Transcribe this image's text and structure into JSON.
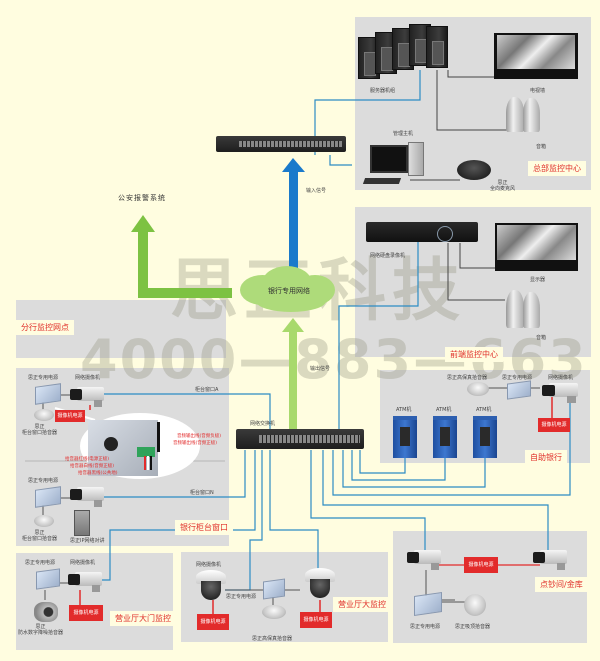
{
  "watermark": {
    "brand": "思正科技",
    "phone": "4000—883—663"
  },
  "colors": {
    "background": "#FFFDE0",
    "panel": "#DCDCDC",
    "accent_red": "#E0302A",
    "arrow_green": "#7DC242",
    "arrow_blue": "#1A7ACB",
    "wire_blue": "#2C8CC4"
  },
  "hq": {
    "title": "总部监控中心",
    "server_cluster": "服务器机组",
    "video_wall": "电视墙",
    "speakers": "音箱",
    "management_host": "管理主机",
    "microphone": "思正\n全向麦克风"
  },
  "core": {
    "input_signal": "输入信号",
    "output_signal": "输出信号",
    "bank_network": "银行专用网络",
    "police_alarm": "公安报警系统",
    "network_switch": "网络交换机"
  },
  "frontend": {
    "title": "前端监控中心",
    "nvr": "网络硬盘录像机",
    "monitor": "显示器",
    "speakers": "音箱"
  },
  "branch": {
    "title": "分行监控网点"
  },
  "counter": {
    "title": "银行柜台窗口",
    "psu_label": "思正专用电源",
    "camera_label": "网络摄像机",
    "pickup_label": "思正\n柜台窗口拾音器",
    "window_a": "柜台窗口A",
    "window_n": "柜台窗口N",
    "psu_label_2": "思正专用电源",
    "pickup_label_2": "思正\n柜台窗口拾音器",
    "intercom_label": "思正IP网络对讲",
    "camera_power": "摄像机电源",
    "wiring": {
      "audio_out_red": "音频输出线(音频负极)",
      "audio_out_black": "音频输出线(音频正极)",
      "pickup_power_pos": "拾音器红线(电源正极)",
      "pickup_power_neg": "拾音器白线(音频正极)",
      "pickup_ground": "拾音器黑线(公共地)"
    }
  },
  "self_service": {
    "title": "自助银行",
    "pickup_label": "思正高保真拾音器",
    "psu_label": "思正专用电源",
    "camera_label": "网络摄像机",
    "atms": [
      "ATM机",
      "ATM机",
      "ATM机"
    ],
    "camera_power": "摄像机电源"
  },
  "entrance": {
    "title": "营业厅大门监控",
    "psu_label": "思正专用电源",
    "camera_label": "网络摄像机",
    "pickup_label": "思正\n防水数字降噪拾音器",
    "camera_power": "摄像机电源"
  },
  "hall": {
    "title": "营业厅大监控",
    "camera_label": "网络摄像机",
    "psu_label": "思正专用电源",
    "pickup_label": "思正高保真拾音器",
    "camera_power_1": "摄像机电源",
    "camera_power_2": "摄像机电源"
  },
  "vault": {
    "title": "点钞间/金库",
    "psu_label": "思正专用电源",
    "pickup_label": "思正吸顶拾音器",
    "camera_power": "摄像机电源"
  }
}
